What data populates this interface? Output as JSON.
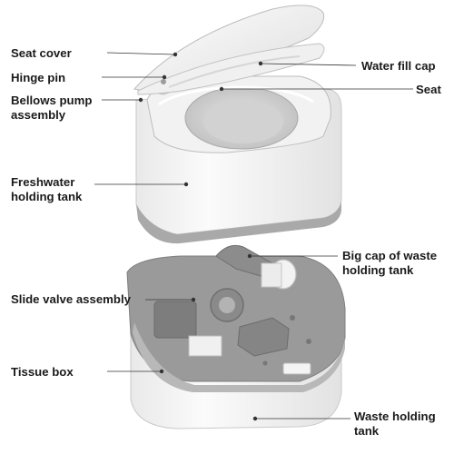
{
  "labels": {
    "seat_cover": "Seat cover",
    "hinge_pin": "Hinge pin",
    "bellows_pump_line1": "Bellows pump",
    "bellows_pump_line2": "assembly",
    "freshwater_line1": "Freshwater",
    "freshwater_line2": "holding tank",
    "slide_valve": "Slide valve assembly",
    "tissue_box": "Tissue box",
    "water_fill_cap": "Water fill cap",
    "seat": "Seat",
    "big_cap_line1": "Big cap of waste",
    "big_cap_line2": "holding tank",
    "waste_tank_line1": "Waste holding",
    "waste_tank_line2": "tank"
  },
  "colors": {
    "label_text": "#1a1a1a",
    "leader_line": "#333333",
    "body_white": "#f4f4f4",
    "deck_gray": "#9a9a9a",
    "trim_gray": "#b8b8b8"
  }
}
